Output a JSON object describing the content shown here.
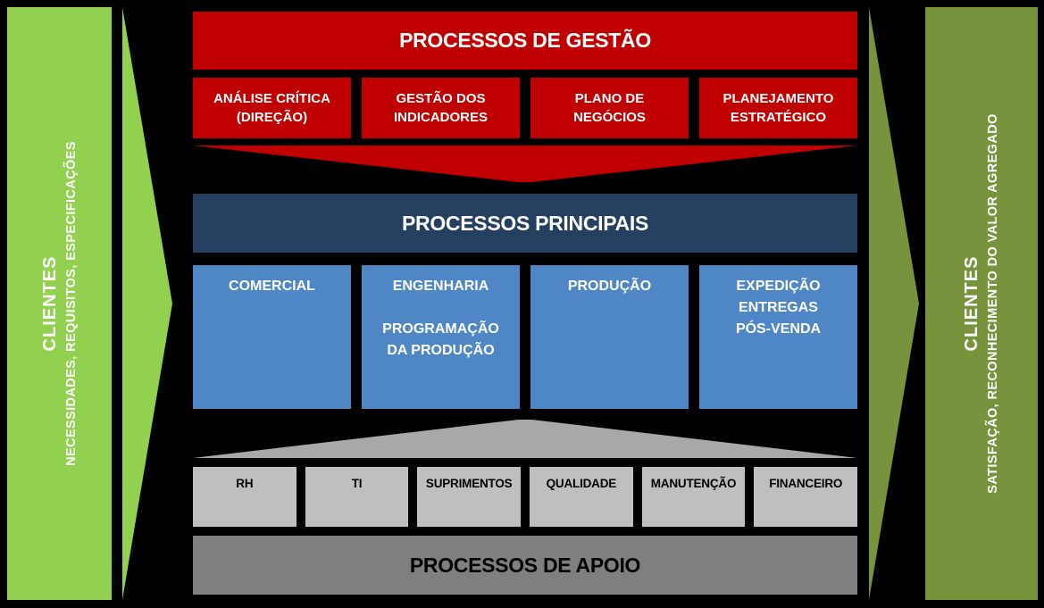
{
  "colors": {
    "bg": "#000000",
    "red": "#C00000",
    "navy": "#243F60",
    "blue": "#4F86C6",
    "green": "#92D050",
    "olive": "#77933C",
    "gray-light": "#BFBFBF",
    "gray-mid": "#7F7F7F",
    "gray-triangle": "#A8A8A8"
  },
  "clients_input": {
    "title": "CLIENTES",
    "subtitle": "NECESSIDADES, REQUISITOS, ESPECIFICAÇÕES"
  },
  "clients_output": {
    "title": "CLIENTES",
    "subtitle": "SATISFAÇÃO, RECONHECIMENTO DO VALOR AGREGADO"
  },
  "management_processes": {
    "title": "PROCESSOS DE GESTÃO",
    "boxes": [
      "ANÁLISE CRÍTICA\n(DIREÇÃO)",
      "GESTÃO DOS\nINDICADORES",
      "PLANO DE\nNEGÓCIOS",
      "PLANEJAMENTO\nESTRATÉGICO"
    ]
  },
  "main_processes": {
    "title": "PROCESSOS PRINCIPAIS",
    "boxes": [
      "COMERCIAL",
      "ENGENHARIA\n\nPROGRAMAÇÃO\nDA PRODUÇÃO",
      "PRODUÇÃO",
      "EXPEDIÇÃO\nENTREGAS\nPÓS-VENDA"
    ]
  },
  "support_processes": {
    "title": "PROCESSOS DE APOIO",
    "boxes": [
      "RH",
      "TI",
      "SUPRIMENTOS",
      "QUALIDADE",
      "MANUTENÇÃO",
      "FINANCEIRO"
    ]
  }
}
